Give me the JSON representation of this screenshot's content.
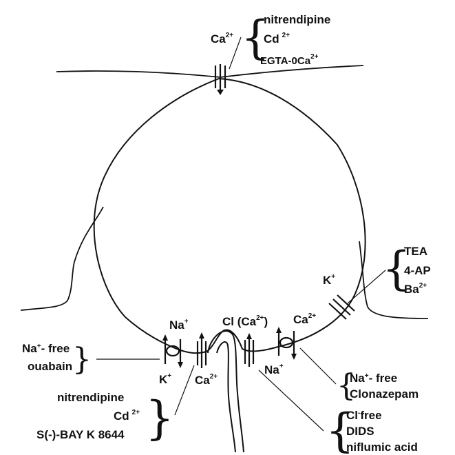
{
  "top_channel": {
    "ion": "Ca",
    "ion_charge": "2+",
    "blockers": [
      {
        "text": "nitrendipine",
        "sup": ""
      },
      {
        "text": "Cd",
        "sup": "2+"
      },
      {
        "text": "EGTA-0Ca",
        "sup": "2+"
      }
    ]
  },
  "k_channel": {
    "ion": "K",
    "ion_charge": "+",
    "blockers": [
      {
        "text": "TEA",
        "sup": ""
      },
      {
        "text": "4-AP",
        "sup": ""
      },
      {
        "text": "Ba",
        "sup": "2+"
      }
    ]
  },
  "nak_pump": {
    "ion_in": "Na",
    "ion_in_charge": "+",
    "ion_out": "K",
    "ion_out_charge": "+",
    "blockers": [
      {
        "text": "Na",
        "sup": "+",
        "rest": "- free"
      },
      {
        "text": "ouabain"
      }
    ]
  },
  "bottom_ca_channel": {
    "ion": "Ca",
    "ion_charge": "2+",
    "blockers": [
      {
        "text": "nitrendipine",
        "sup": ""
      },
      {
        "text": "Cd",
        "sup": "2+"
      },
      {
        "text": "S(-)-BAY K 8644",
        "sup": ""
      }
    ]
  },
  "cl_channel": {
    "ion": "Cl (Ca",
    "ion_charge": "2+",
    "ion_close": ")",
    "blockers": [
      {
        "text": "Cl",
        "sup": "-",
        "rest": "free"
      },
      {
        "text": "DIDS"
      },
      {
        "text": "niflumic acid"
      }
    ]
  },
  "na_ca_exchanger": {
    "ion_top": "Ca",
    "ion_top_charge": "2+",
    "ion_bottom": "Na",
    "ion_bottom_charge": "+",
    "blockers": [
      {
        "text": "Na",
        "sup": "+",
        "rest": "- free"
      },
      {
        "text": "Clonazepam"
      }
    ]
  }
}
